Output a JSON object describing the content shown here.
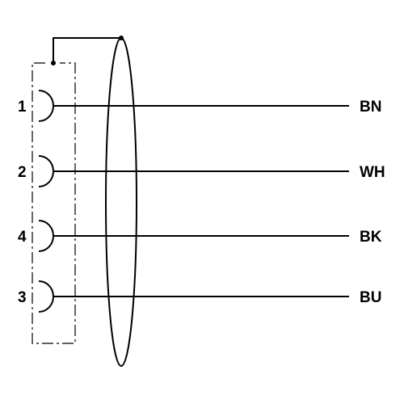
{
  "pins": [
    {
      "number": "1",
      "color_code": "BN"
    },
    {
      "number": "2",
      "color_code": "WH"
    },
    {
      "number": "4",
      "color_code": "BK"
    },
    {
      "number": "3",
      "color_code": "BU"
    }
  ],
  "line_color": "#000000",
  "background_color": "#ffffff"
}
